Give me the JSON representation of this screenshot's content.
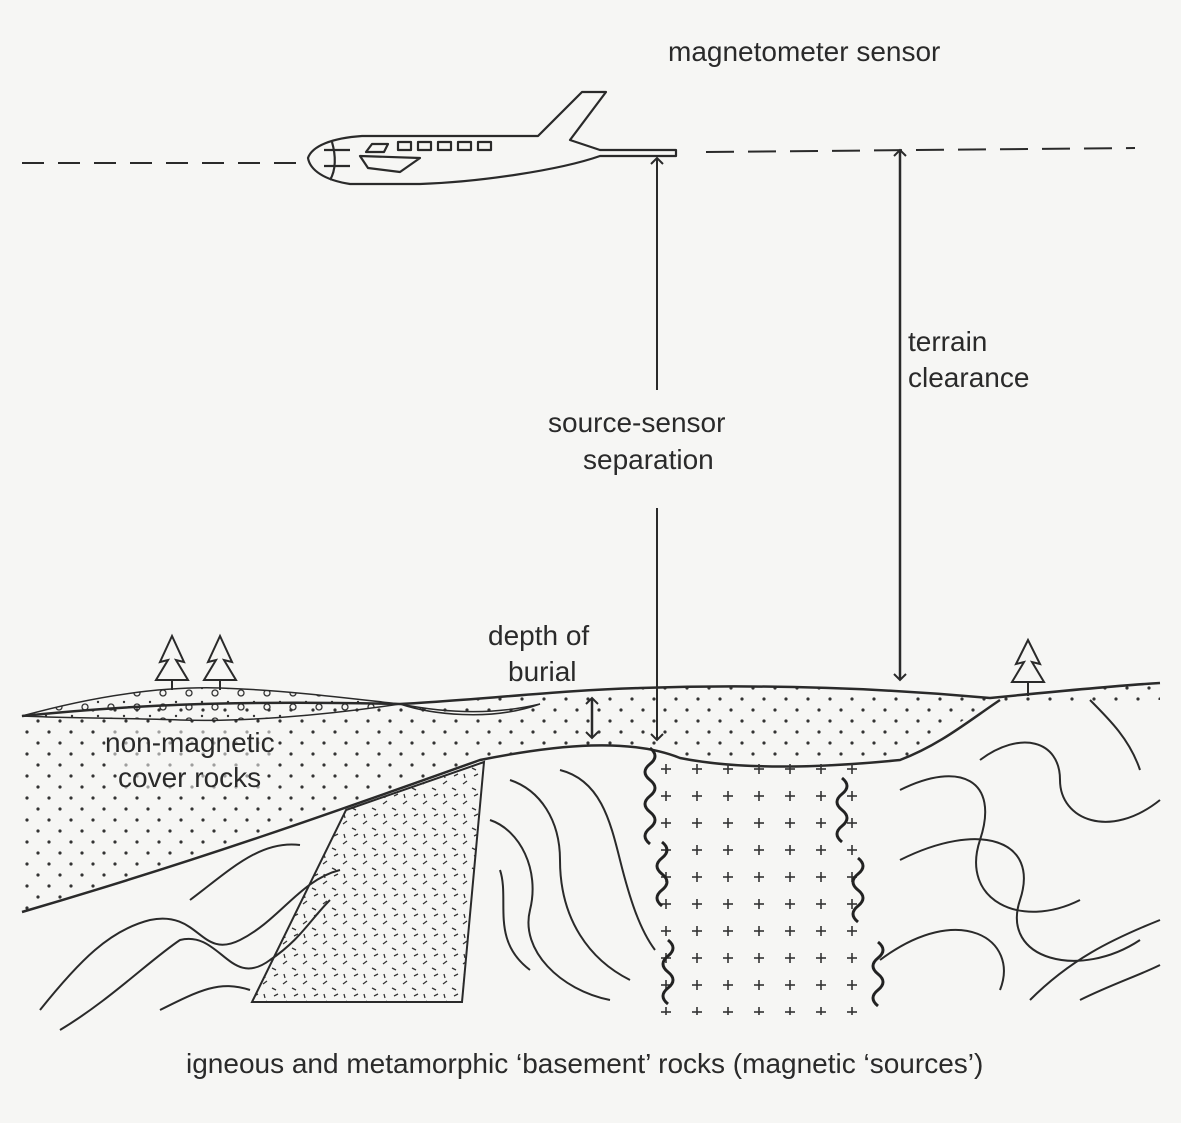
{
  "labels": {
    "sensor": "magnetometer sensor",
    "terrain_1": "terrain",
    "terrain_2": "clearance",
    "separation_1": "source-sensor",
    "separation_2": "separation",
    "depth_1": "depth of",
    "depth_2": "burial",
    "cover_1": "non-magnetic",
    "cover_2": "cover rocks",
    "caption": "igneous and metamorphic ‘basement’ rocks (magnetic ‘sources’)"
  },
  "colors": {
    "ink": "#2a2a2a",
    "paper": "#f6f6f4"
  }
}
